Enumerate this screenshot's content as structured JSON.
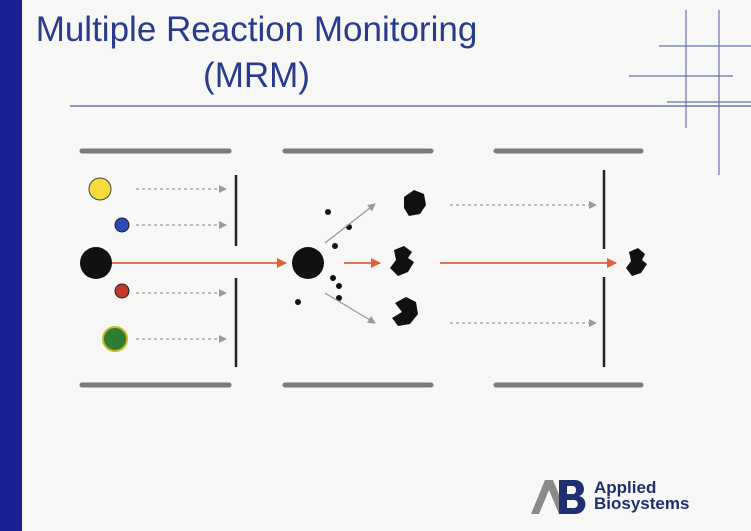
{
  "title": {
    "line1": "Multiple Reaction Monitoring",
    "line2": "(MRM)"
  },
  "logo": {
    "line1": "Applied",
    "line2": "Biosystems"
  },
  "colors": {
    "background": "#1a1f96",
    "slide": "#f7f7f5",
    "title_text": "#2a3a8c",
    "rods": "#7a7a7a",
    "selected_arrow": "#e0603a",
    "dashed_arrow": "#9a9a9a",
    "ion_yellow": "#f3dc3b",
    "ion_blue": "#2b4ab8",
    "ion_red": "#c0392b",
    "ion_green": "#2e7d32",
    "ion_black": "#111111"
  }
}
